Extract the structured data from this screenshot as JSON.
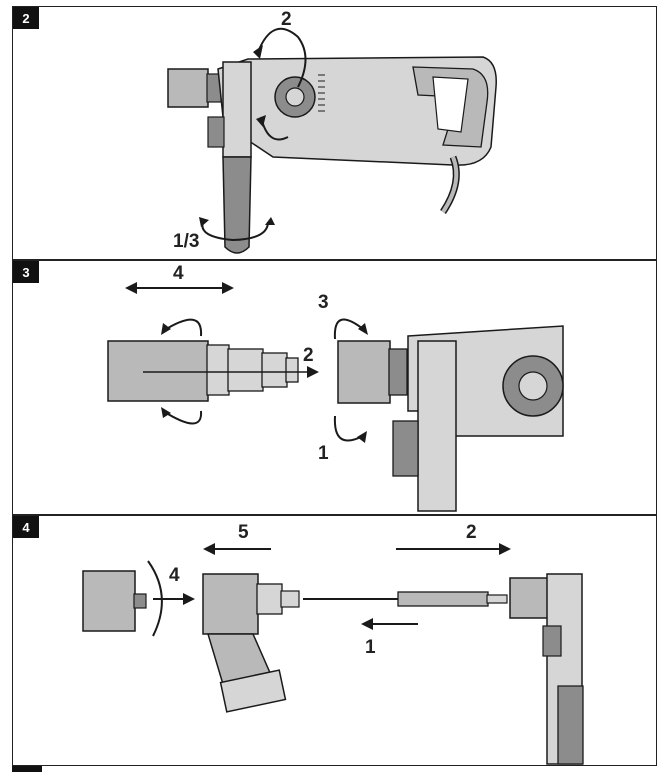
{
  "panels": [
    {
      "number": "2",
      "labels": {
        "rotate": "2",
        "handle_rotate": "1/3"
      }
    },
    {
      "number": "3",
      "labels": {
        "slide": "4",
        "push": "2",
        "turn_top": "3",
        "turn_bottom": "1"
      }
    },
    {
      "number": "4",
      "labels": {
        "pull_back": "5",
        "slide_right": "2",
        "twist": "4",
        "insert": "1"
      }
    }
  ],
  "colors": {
    "body_gray": "#b9b9b9",
    "dark_gray": "#8c8c8c",
    "light_gray": "#d6d6d6",
    "outline": "#1a1a1a"
  }
}
